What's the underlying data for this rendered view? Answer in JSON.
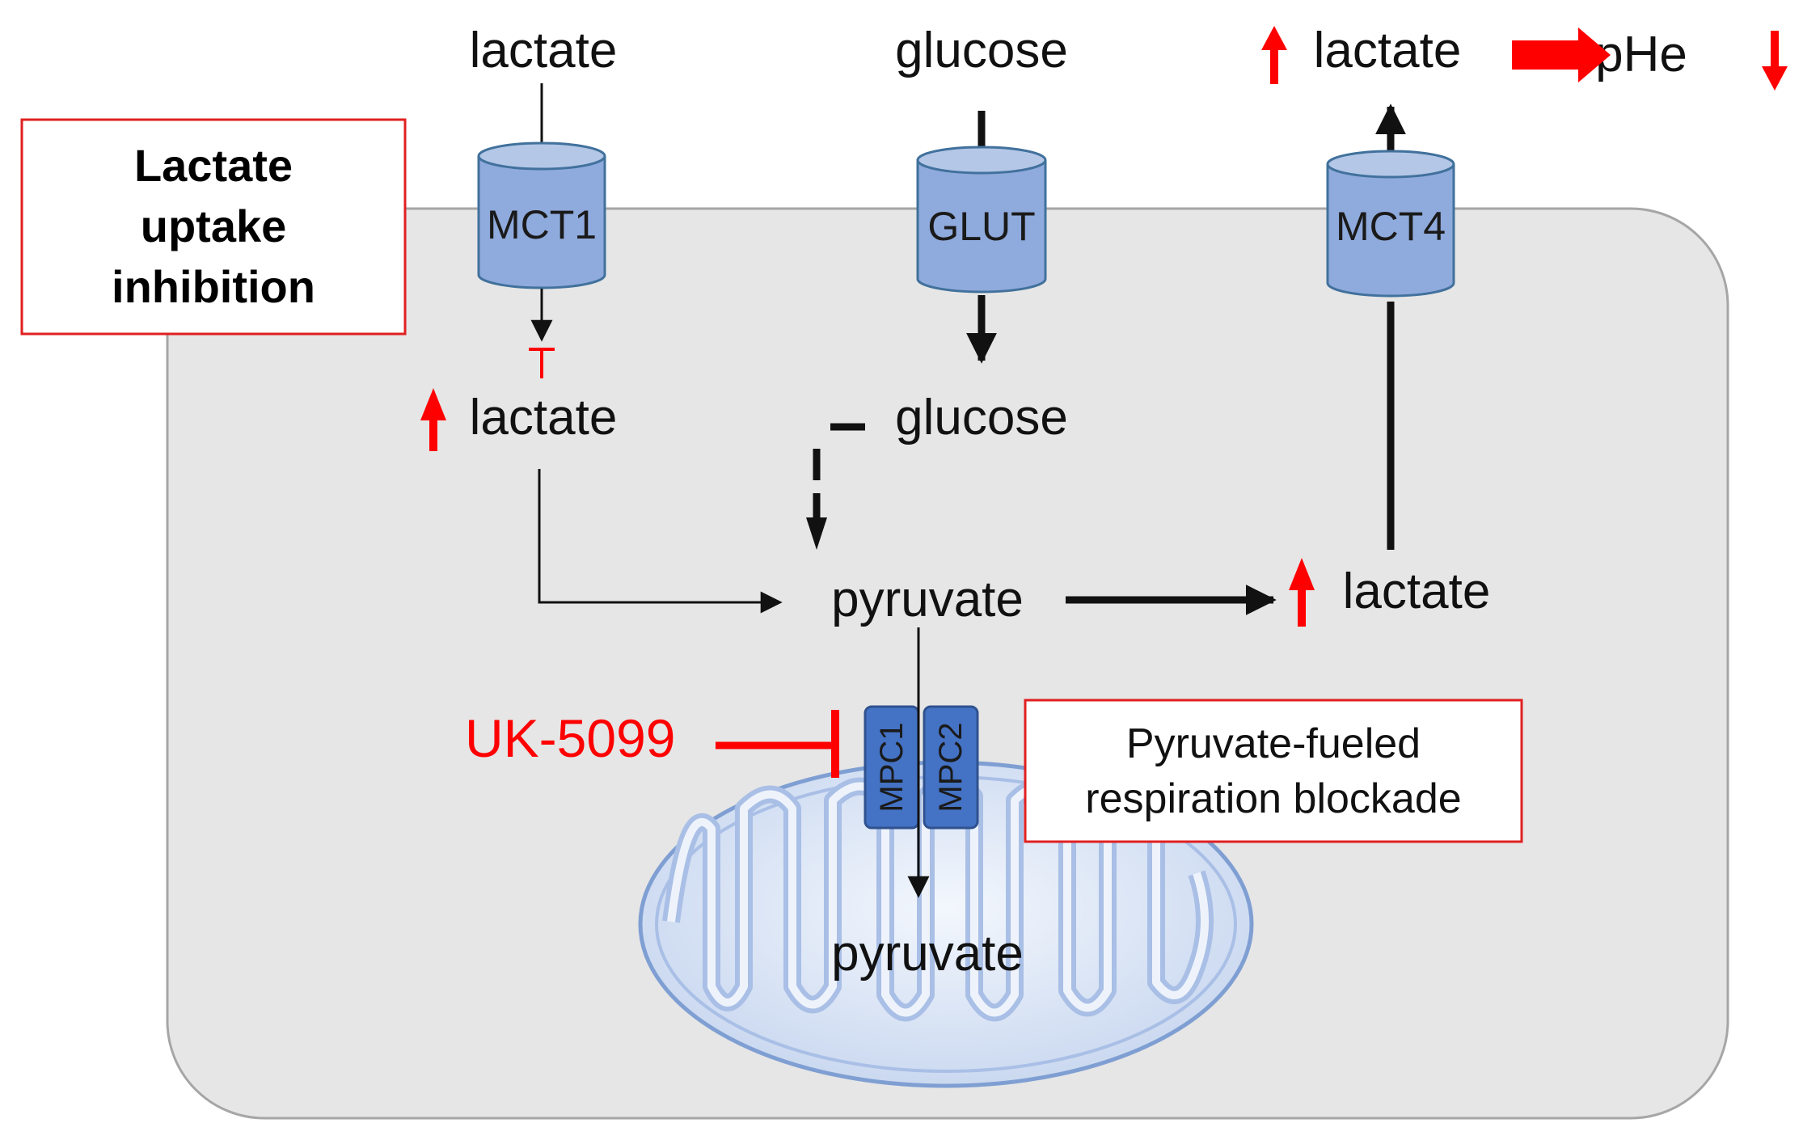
{
  "extracellular": {
    "lactate_in_label": "lactate",
    "glucose_label": "glucose",
    "lactate_out_label": "lactate",
    "phe_label": "pHe"
  },
  "transporters": {
    "mct1": "MCT1",
    "glut": "GLUT",
    "mct4": "MCT4",
    "mpc1": "MPC1",
    "mpc2": "MPC2"
  },
  "cytosol": {
    "lactate_label": "lactate",
    "glucose_label": "glucose",
    "pyruvate_label": "pyruvate",
    "lactate_product_label": "lactate"
  },
  "mitochondrion": {
    "pyruvate_label": "pyruvate"
  },
  "inhibitor": {
    "name": "UK-5099"
  },
  "callouts": {
    "lactate_uptake": [
      "Lactate",
      "uptake",
      "inhibition"
    ],
    "pyruvate_respiration": [
      "Pyruvate-fueled",
      "respiration blockade"
    ]
  },
  "colors": {
    "cell_fill": "#e6e6e6",
    "cell_stroke": "#a6a6a6",
    "transporter_fill": "#8faadc",
    "transporter_stroke": "#41719c",
    "mpc_fill": "#4472c4",
    "mito_fill": "#dbe6f6",
    "mito_stroke": "#7f9fd3",
    "highlight_red": "#ff0000"
  }
}
